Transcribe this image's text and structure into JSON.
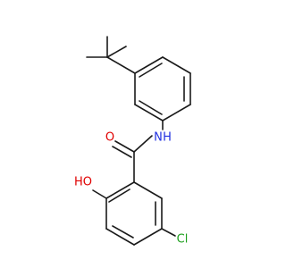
{
  "molecule": {
    "atoms": {
      "oxygen_carbonyl": {
        "label": "O",
        "color": "#e00000"
      },
      "nitrogen": {
        "label": "N",
        "color": "#2030e0"
      },
      "nitrogen_hydrogen": {
        "label": "H",
        "color": "#2030e0"
      },
      "hydroxyl": {
        "label": "HO",
        "color": "#e00000"
      },
      "chlorine": {
        "label": "Cl",
        "color": "#1fa01f"
      }
    },
    "bond_color": "#1a1a1a"
  }
}
